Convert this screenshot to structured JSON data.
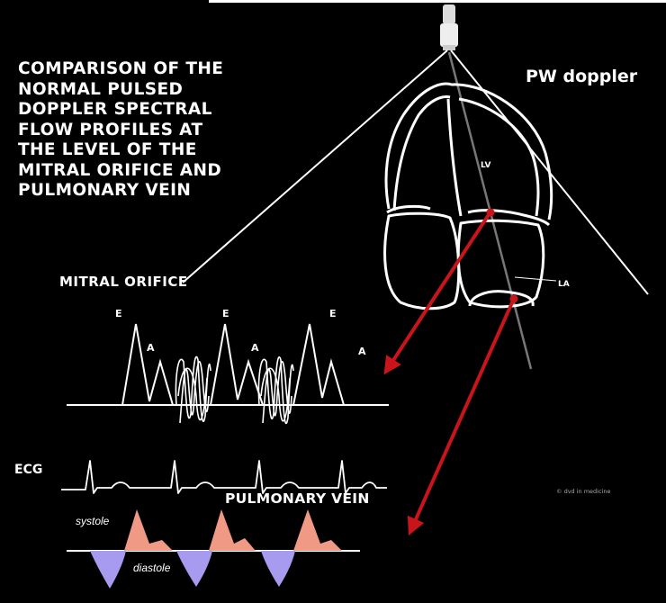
{
  "title": "COMPARISON OF THE\nNORMAL PULSED\nDOPPLER SPECTRAL\nFLOW PROFILES AT\nTHE LEVEL OF THE\nMITRAL ORIFICE AND\nPULMONARY VEIN",
  "probe_mode_label": "PW doppler",
  "heart_labels": {
    "lv": "LV",
    "la": "LA"
  },
  "mitral_section": {
    "label": "MITRAL ORIFICE",
    "wave_labels": [
      "E",
      "A",
      "E",
      "A",
      "E",
      "A"
    ]
  },
  "ecg_label": "ECG",
  "pulmonary_section": {
    "label": "PULMONARY VEIN",
    "systole_label": "systole",
    "diastole_label": "diastole"
  },
  "credit": "© dvd in medicine",
  "colors": {
    "background": "#000000",
    "line": "#ffffff",
    "arrow": "#c8141a",
    "systole_fill": "#f09a86",
    "diastole_fill": "#a79bf0"
  }
}
